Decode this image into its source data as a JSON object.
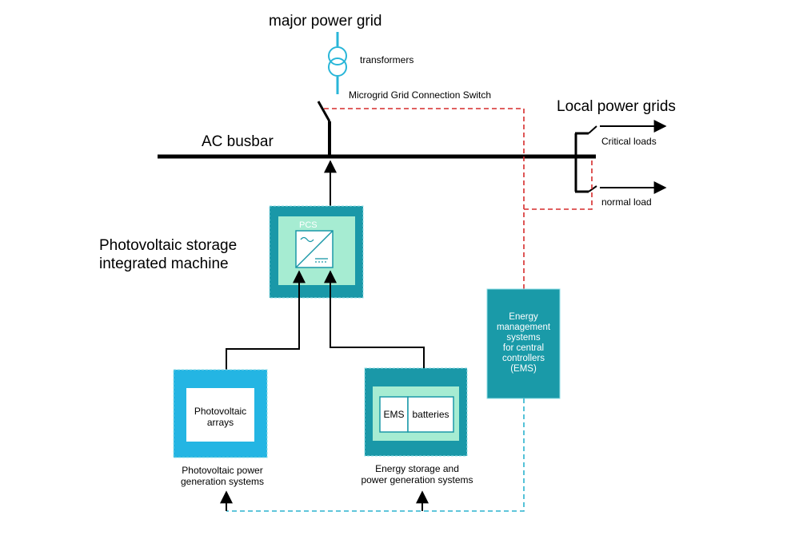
{
  "labels": {
    "major_grid": "major power grid",
    "transformers": "transformers",
    "switch": "Microgrid Grid Connection Switch",
    "local_grids": "Local power grids",
    "ac_busbar": "AC busbar",
    "critical_loads": "Critical loads",
    "normal_load": "normal load",
    "pv_storage_line1": "Photovoltaic storage",
    "pv_storage_line2": "integrated machine",
    "pcs": "PCS",
    "ems_central_line1": "Energy",
    "ems_central_line2": "management",
    "ems_central_line3": "systems",
    "ems_central_line4": "for central",
    "ems_central_line5": "controllers",
    "ems_central_line6": "(EMS)",
    "pv_arrays_line1": "Photovoltaic",
    "pv_arrays_line2": "arrays",
    "ems_small": "EMS",
    "batteries": "batteries",
    "pv_gen_line1": "Photovoltaic power",
    "pv_gen_line2": "generation systems",
    "storage_gen_line1": "Energy storage and",
    "storage_gen_line2": "power generation systems"
  },
  "colors": {
    "grid_cyan": "#29b6d8",
    "teal_dark": "#1a98a8",
    "teal_light": "#a6ecd2",
    "pv_blue": "#24b5e3",
    "ems_teal": "#1a9aa8",
    "red_dashed": "#d62c2c",
    "cyan_dashed": "#2bb3cf"
  }
}
